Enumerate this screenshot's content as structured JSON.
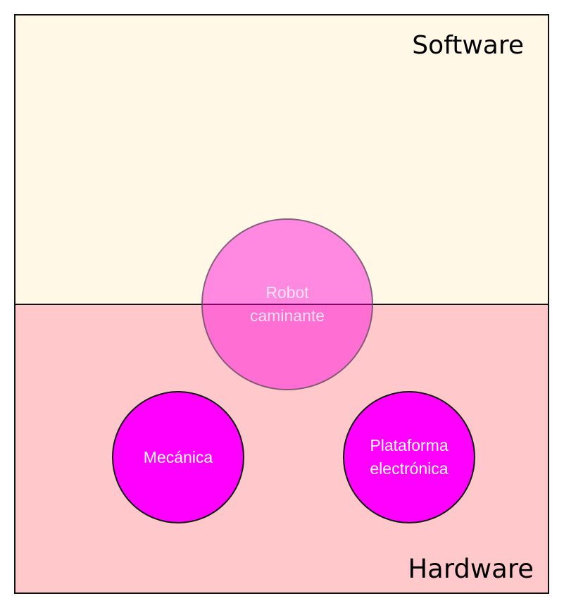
{
  "diagram": {
    "regions": {
      "software": {
        "label": "Software",
        "color": "#fff8e6"
      },
      "hardware": {
        "label": "Hardware",
        "color": "#ffc9cb"
      }
    },
    "nodes": {
      "robot": {
        "lines": [
          "Robot",
          "caminante"
        ],
        "color": "#ff00dc",
        "opacity": 0.45
      },
      "mecanica": {
        "lines": [
          "Mecánica"
        ],
        "color": "#ff00ff"
      },
      "plataforma": {
        "lines": [
          "Plataforma",
          "electrónica"
        ],
        "color": "#ff00ff"
      }
    }
  }
}
